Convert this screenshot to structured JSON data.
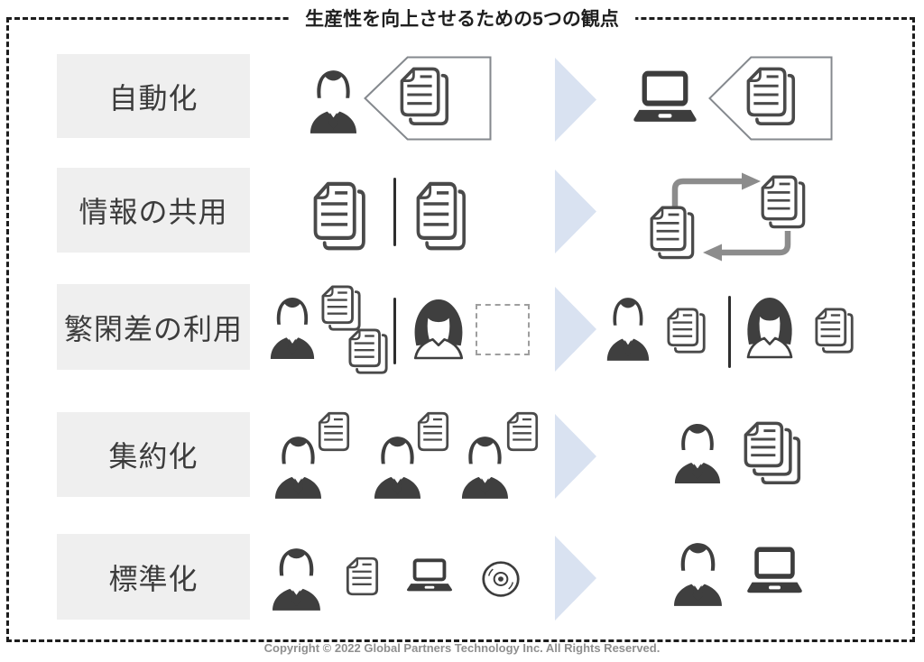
{
  "title": "生産性を向上させるための5つの観点",
  "footer": "Copyright © 2022 Global Partners Technology Inc. All Rights Reserved.",
  "colors": {
    "arrow_blue": "#d9e2f1",
    "icon_dark": "#3f3f3f",
    "document_outline": "#4a4a4a",
    "exchange_arrow_gray": "#8c8c8c",
    "label_bg": "#efefef",
    "label_text": "#3c3c3c",
    "border": "#1d1d1d",
    "footer_text": "#8f8f8f"
  },
  "rows": [
    {
      "label": "自動化",
      "before": [
        "person-male",
        "chevron-frame-with-documents"
      ],
      "after": [
        "laptop",
        "chevron-frame-with-documents"
      ]
    },
    {
      "label": "情報の共用",
      "before": [
        "documents",
        "divider",
        "documents"
      ],
      "after": [
        "documents-exchanged-with-loop-arrows"
      ]
    },
    {
      "label": "繁閑差の利用",
      "before": [
        "person-male",
        "documents",
        "documents",
        "divider",
        "person-female",
        "empty-dashed-box"
      ],
      "after": [
        "person-male",
        "documents",
        "divider",
        "person-female",
        "documents"
      ]
    },
    {
      "label": "集約化",
      "before": [
        "person-male",
        "document",
        "person-male",
        "document",
        "person-male",
        "document"
      ],
      "after": [
        "person-male",
        "document-stack"
      ]
    },
    {
      "label": "標準化",
      "before": [
        "person-male",
        "document",
        "laptop",
        "cd"
      ],
      "after": [
        "person-male",
        "laptop"
      ]
    }
  ]
}
